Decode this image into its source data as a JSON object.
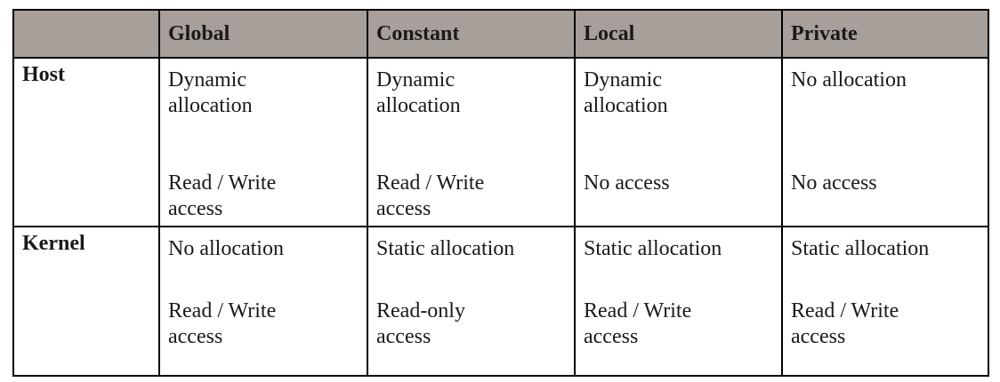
{
  "table": {
    "corner": "",
    "columns": [
      "Global",
      "Constant",
      "Local",
      "Private"
    ],
    "rows": [
      {
        "label": "Host",
        "cells": [
          {
            "allocation": "Dynamic\nallocation",
            "access": "Read / Write\naccess"
          },
          {
            "allocation": "Dynamic\nallocation",
            "access": "Read / Write\naccess"
          },
          {
            "allocation": "Dynamic\nallocation",
            "access": "No access"
          },
          {
            "allocation": "No allocation",
            "access": "No access"
          }
        ]
      },
      {
        "label": "Kernel",
        "cells": [
          {
            "allocation": "No allocation",
            "access": "Read / Write\naccess"
          },
          {
            "allocation": "Static allocation",
            "access": "Read-only\naccess"
          },
          {
            "allocation": "Static allocation",
            "access": "Read / Write\naccess"
          },
          {
            "allocation": "Static allocation",
            "access": "Read / Write\naccess"
          }
        ]
      }
    ],
    "colors": {
      "header_bg": "#a79f9a",
      "border": "#000000",
      "page_bg": "#ffffff"
    }
  }
}
